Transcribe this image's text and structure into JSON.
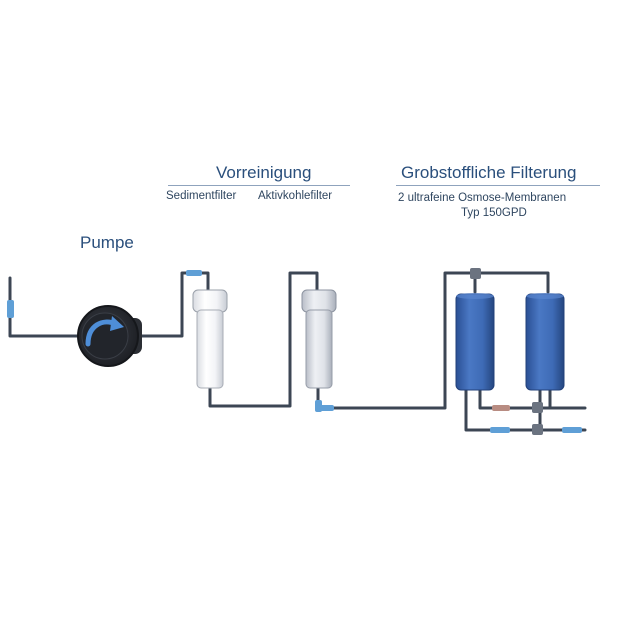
{
  "labels": {
    "pump": "Pumpe",
    "prefilter_title": "Vorreinigung",
    "sediment": "Sedimentfilter",
    "carbon": "Aktivkohlefilter",
    "coarse_title": "Grobstoffliche Filterung",
    "membrane_line1": "2 ultrafeine Osmose-Membranen",
    "membrane_line2": "Typ 150GPD"
  },
  "colors": {
    "title_text": "#2a4f7c",
    "pipe": "#3c4654",
    "fitting": "#5f9fd6",
    "membrane": "#3f6cb6",
    "pump_body": "#2c2f36",
    "pump_arrow": "#4e8ed8"
  }
}
